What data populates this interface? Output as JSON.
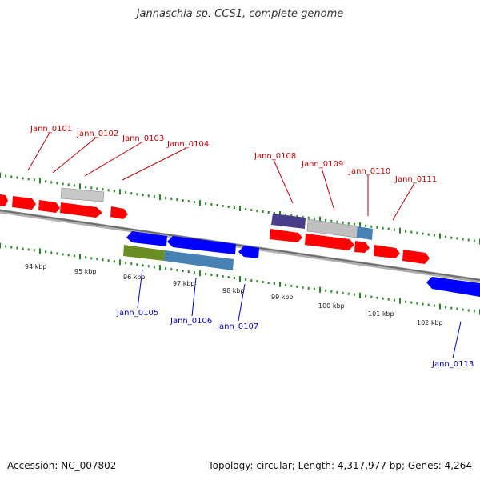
{
  "title": "Jannaschia sp. CCS1, complete genome",
  "footer": {
    "accession": "Accession: NC_007802",
    "stats": "Topology: circular; Length: 4,317,977 bp; Genes: 4,264"
  },
  "colors": {
    "forward_gene": "#ff0000",
    "reverse_gene": "#0000ff",
    "backbone": "#808080",
    "tick": "#228b22",
    "forward_label": "#cc0000",
    "reverse_label": "#0000cc",
    "feature_grey": "#c0c0c0",
    "feature_purple": "#483d8b",
    "feature_steelblue": "#4682b4",
    "feature_olive": "#6b8e23"
  },
  "kbp_labels": [
    "94 kbp",
    "95 kbp",
    "96 kbp",
    "97 kbp",
    "98 kbp",
    "99 kbp",
    "100 kbp",
    "101 kbp",
    "102 kbp"
  ],
  "forward_gene_labels": [
    "Jann_0101",
    "Jann_0102",
    "Jann_0103",
    "Jann_0104",
    "Jann_0108",
    "Jann_0109",
    "Jann_0110",
    "Jann_0111"
  ],
  "reverse_gene_labels": [
    "Jann_0105",
    "Jann_0106",
    "Jann_0107",
    "Jann_0113"
  ]
}
